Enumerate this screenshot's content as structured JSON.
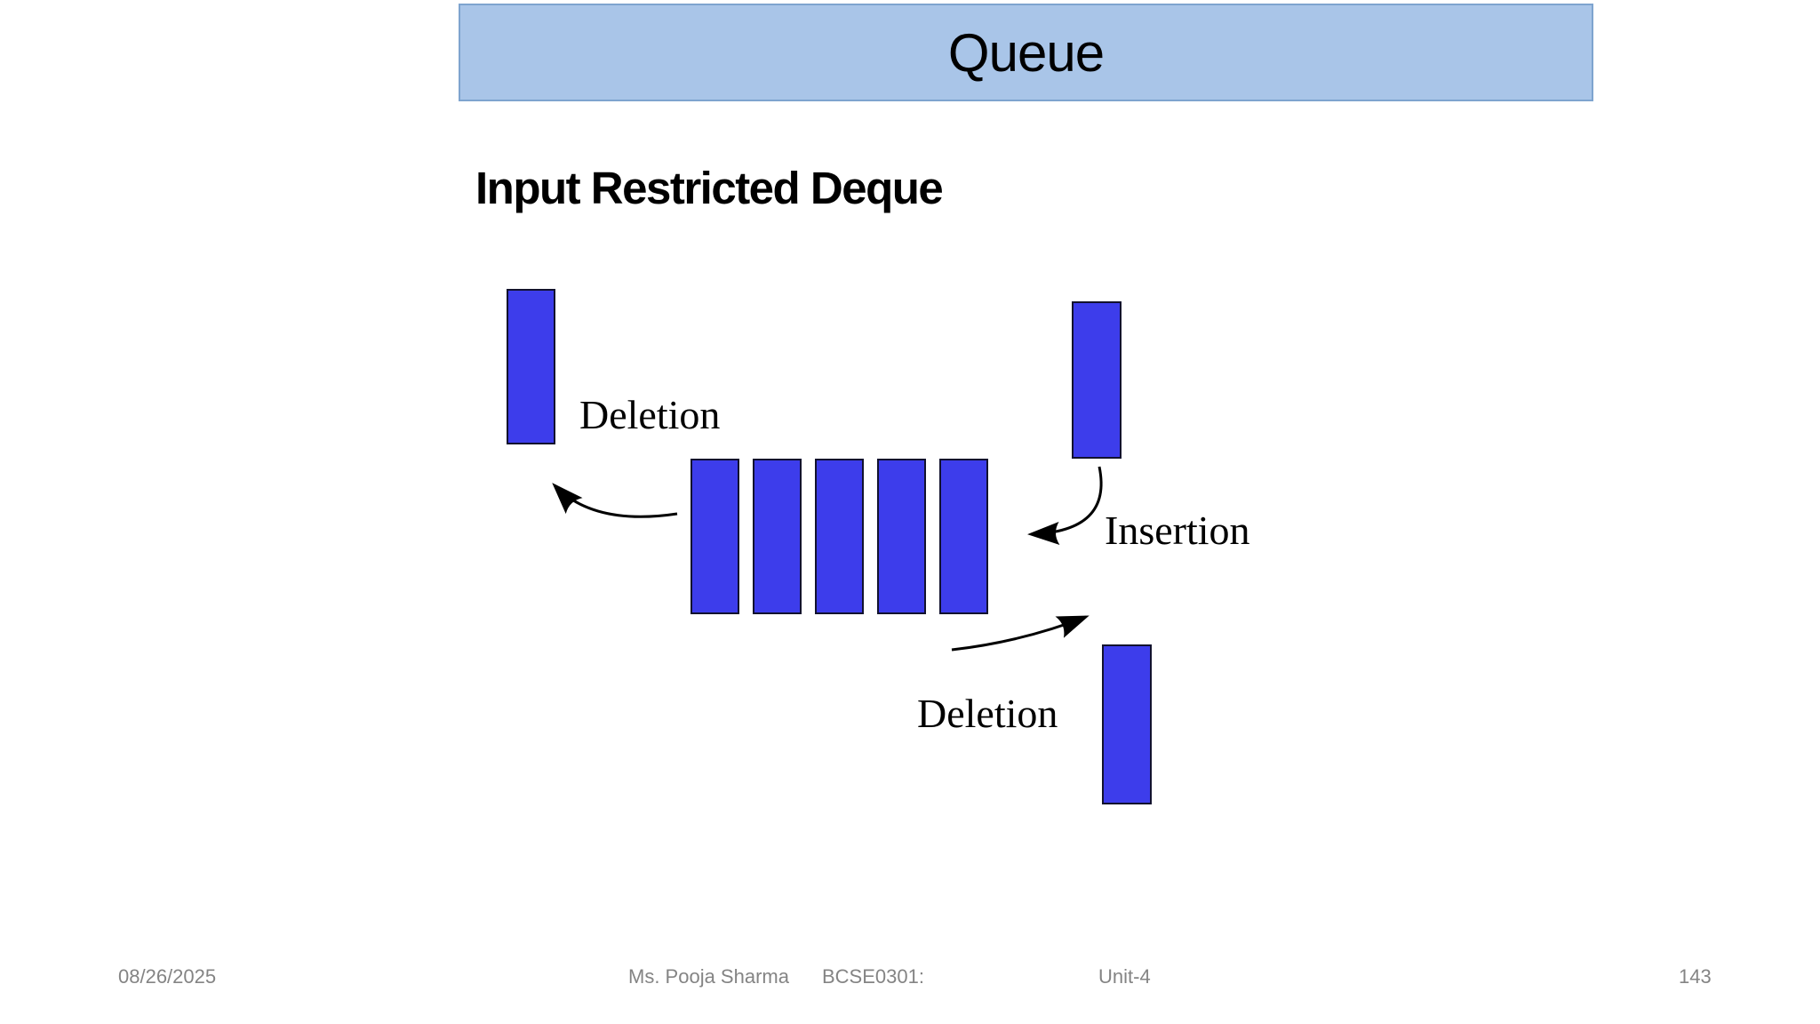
{
  "title_bar": {
    "text": "Queue"
  },
  "heading": "Input Restricted Deque",
  "diagram": {
    "labels": {
      "top_deletion": "Deletion",
      "insertion": "Insertion",
      "bottom_deletion": "Deletion"
    },
    "queue": {
      "block_count": 5
    }
  },
  "footer": {
    "date": "08/26/2025",
    "author": "Ms. Pooja Sharma",
    "course": "BCSE0301:",
    "unit": "Unit-4",
    "page": "143"
  },
  "colors": {
    "titlebar_fill": "#a9c5e8",
    "titlebar_border": "#7ea4cf",
    "block_fill": "#3d3deb",
    "block_border": "#12122e",
    "arrow": "#000000",
    "footer_text": "#848484"
  }
}
